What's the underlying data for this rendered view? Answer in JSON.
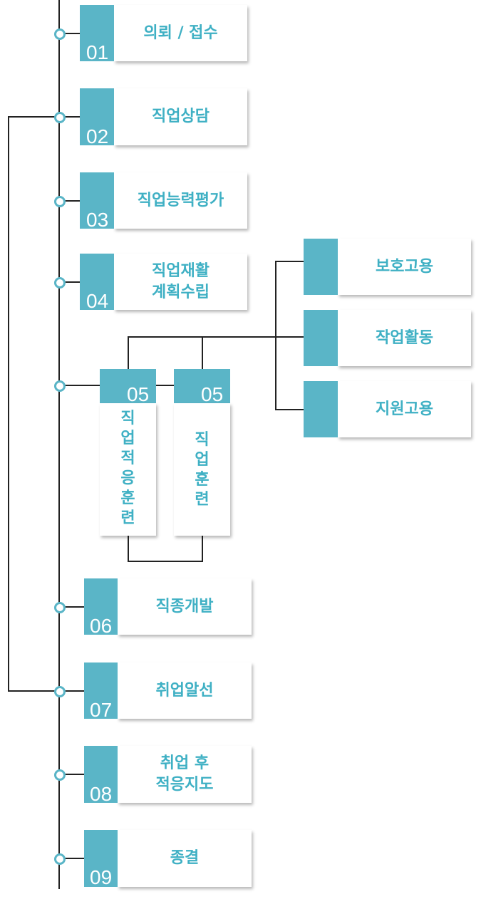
{
  "colors": {
    "accent": "#5ab5c7",
    "text": "#3fb0c4",
    "line": "#222222"
  },
  "steps": [
    {
      "num": "01",
      "label": "의뢰 / 접수"
    },
    {
      "num": "02",
      "label": "직업상담"
    },
    {
      "num": "03",
      "label": "직업능력평가"
    },
    {
      "num": "04",
      "label": "직업재활\n계획수립"
    },
    {
      "num": "05",
      "label": "직업적응훈련"
    },
    {
      "num": "05",
      "label": "직업훈련"
    },
    {
      "num": "06",
      "label": "직종개발"
    },
    {
      "num": "07",
      "label": "취업알선"
    },
    {
      "num": "08",
      "label": "취업 후\n적응지도"
    },
    {
      "num": "09",
      "label": "종결"
    }
  ],
  "outcomes": [
    "보호고용",
    "작업활동",
    "지원고용"
  ]
}
